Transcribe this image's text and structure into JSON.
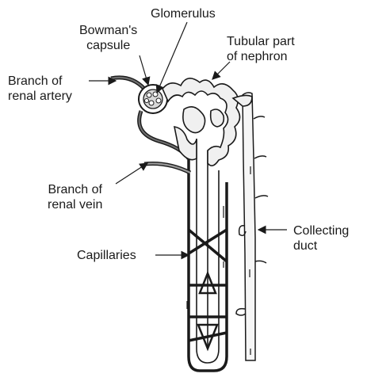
{
  "labels": {
    "glomerulus": "Glomerulus",
    "bowmans_capsule": [
      "Bowman's",
      "capsule"
    ],
    "tubular_part": [
      "Tubular part",
      "of nephron"
    ],
    "renal_artery": [
      "Branch of",
      "renal artery"
    ],
    "renal_vein": [
      "Branch of",
      "renal vein"
    ],
    "capillaries": "Capillaries",
    "collecting_duct": [
      "Collecting",
      "duct"
    ]
  },
  "colors": {
    "ink": "#1a1a1a",
    "tubule_fill": "#f0f0f0",
    "vessel_fill": "#6e6e6e",
    "duct_fill": "#f6f6f6"
  }
}
